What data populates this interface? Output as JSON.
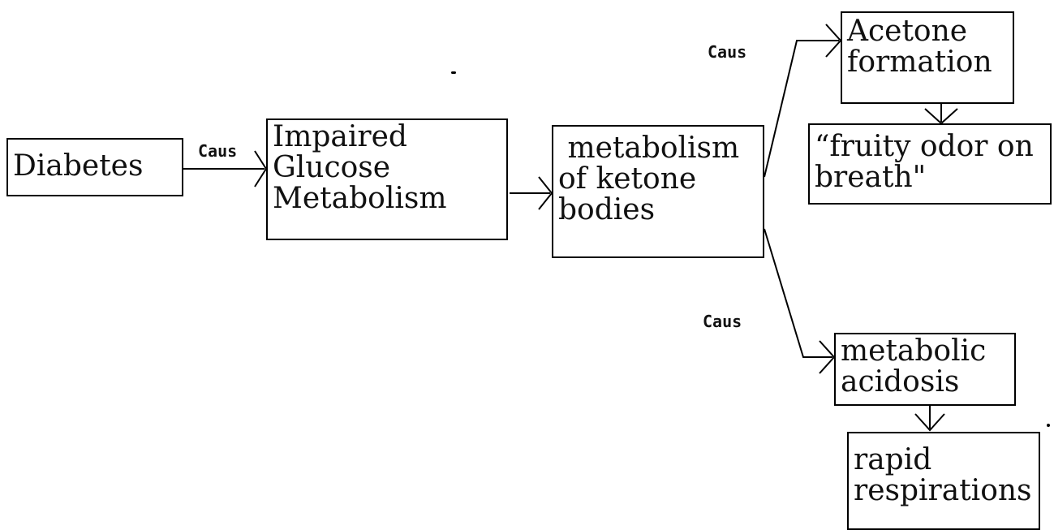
{
  "nodes": {
    "diabetes": "Diabetes",
    "impaired_glucose_metabolism": "Impaired\nGlucose\nMetabolism",
    "ketone_metabolism": " metabolism\nof ketone\nbodies",
    "acetone_formation": "Acetone\nformation",
    "fruity_odor": "“fruity odor on\nbreath\"",
    "metabolic_acidosis": "metabolic\nacidosis",
    "rapid_respirations": "rapid\nrespirations"
  },
  "edges": {
    "diabetes_to_glucose": "Caus",
    "ketone_to_acetone": "Caus",
    "ketone_to_acidosis": "Caus"
  }
}
